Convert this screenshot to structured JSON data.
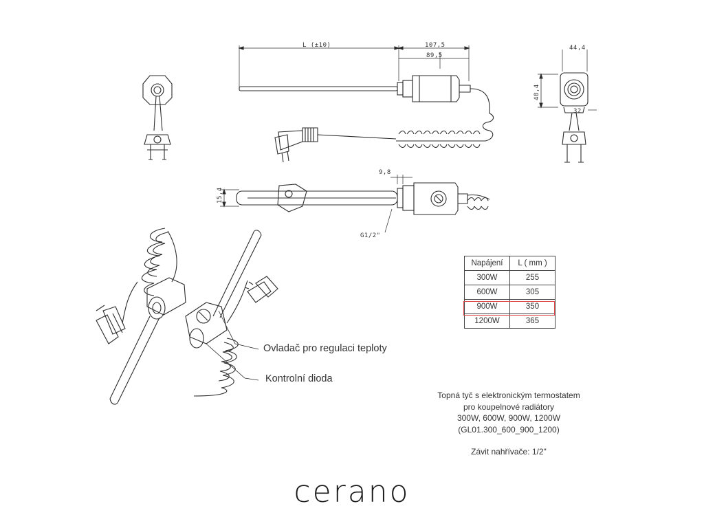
{
  "drawing": {
    "dim_length": "L  (±10)",
    "dim_total": "107,5",
    "dim_body": "89,5",
    "dim_width": "44,4",
    "dim_height": "48,4",
    "dim_side": "32",
    "dim_rod": "15,4",
    "dim_offset": "9,8",
    "thread_label": "G1/2\""
  },
  "table": {
    "headers": [
      "Napájení",
      "L ( mm )"
    ],
    "rows": [
      [
        "300W",
        "255"
      ],
      [
        "600W",
        "305"
      ],
      [
        "900W",
        "350"
      ],
      [
        "1200W",
        "365"
      ]
    ],
    "highlight_color": "#e04848"
  },
  "callouts": {
    "thermostat": "Ovladač pro regulaci teploty",
    "diode": "Kontrolní dioda"
  },
  "description": {
    "line1": "Topná tyč s elektronickým termostatem",
    "line2": "pro koupelnové radiátory",
    "line3": "300W, 600W, 900W, 1200W",
    "line4": "(GL01.300_600_900_1200)",
    "line5": "Závit nahřívače: 1/2\""
  },
  "brand": "cerano"
}
